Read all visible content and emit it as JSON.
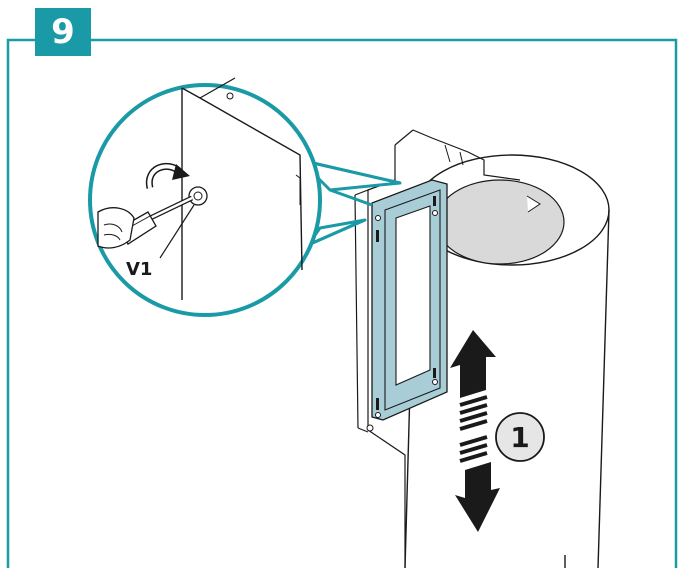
{
  "step": {
    "number": "9",
    "badge_color": "#1a9aa6"
  },
  "labels": {
    "screw": "V1",
    "movement": "1"
  },
  "icons": [
    "screwdriver-icon",
    "rotate-arrow-icon",
    "up-down-arrow-icon"
  ],
  "colors": {
    "frame": "#1a9aa6",
    "bracket": "#a9cdd6",
    "line": "#1a1a1a",
    "disc": "#d9d9d9"
  }
}
